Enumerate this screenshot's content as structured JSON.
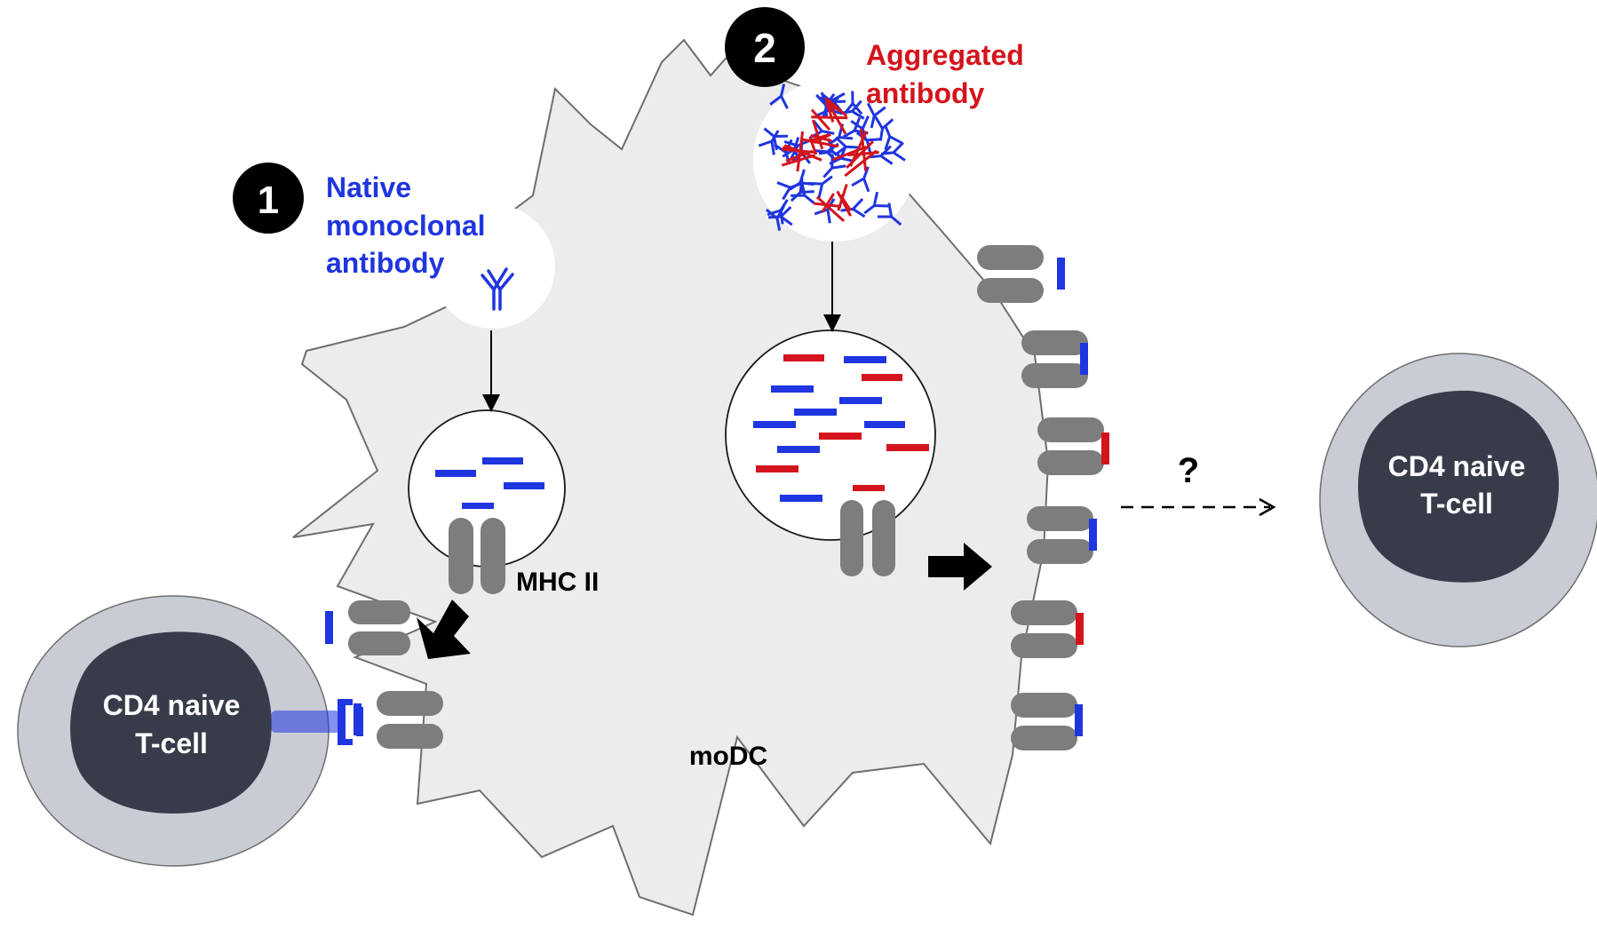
{
  "labels": {
    "step1_number": "1",
    "step2_number": "2",
    "native_line1": "Native",
    "native_line2": "monoclonal",
    "native_line3": "antibody",
    "aggregated_line1": "Aggregated",
    "aggregated_line2": "antibody",
    "mhc": "MHC II",
    "modc": "moDC",
    "tcell_left_line1": "CD4 naive",
    "tcell_left_line2": "T-cell",
    "tcell_right_line1": "CD4 naive",
    "tcell_right_line2": "T-cell",
    "question": "?"
  },
  "colors": {
    "native": "#1f35e0",
    "aggregated": "#d4141c",
    "cell": "#ececec",
    "cell_outline": "#6e6e6e",
    "mhc": "#7d7d7d",
    "tcell_outer": "#c9ccd5",
    "tcell_nucleus": "#383c4a"
  }
}
